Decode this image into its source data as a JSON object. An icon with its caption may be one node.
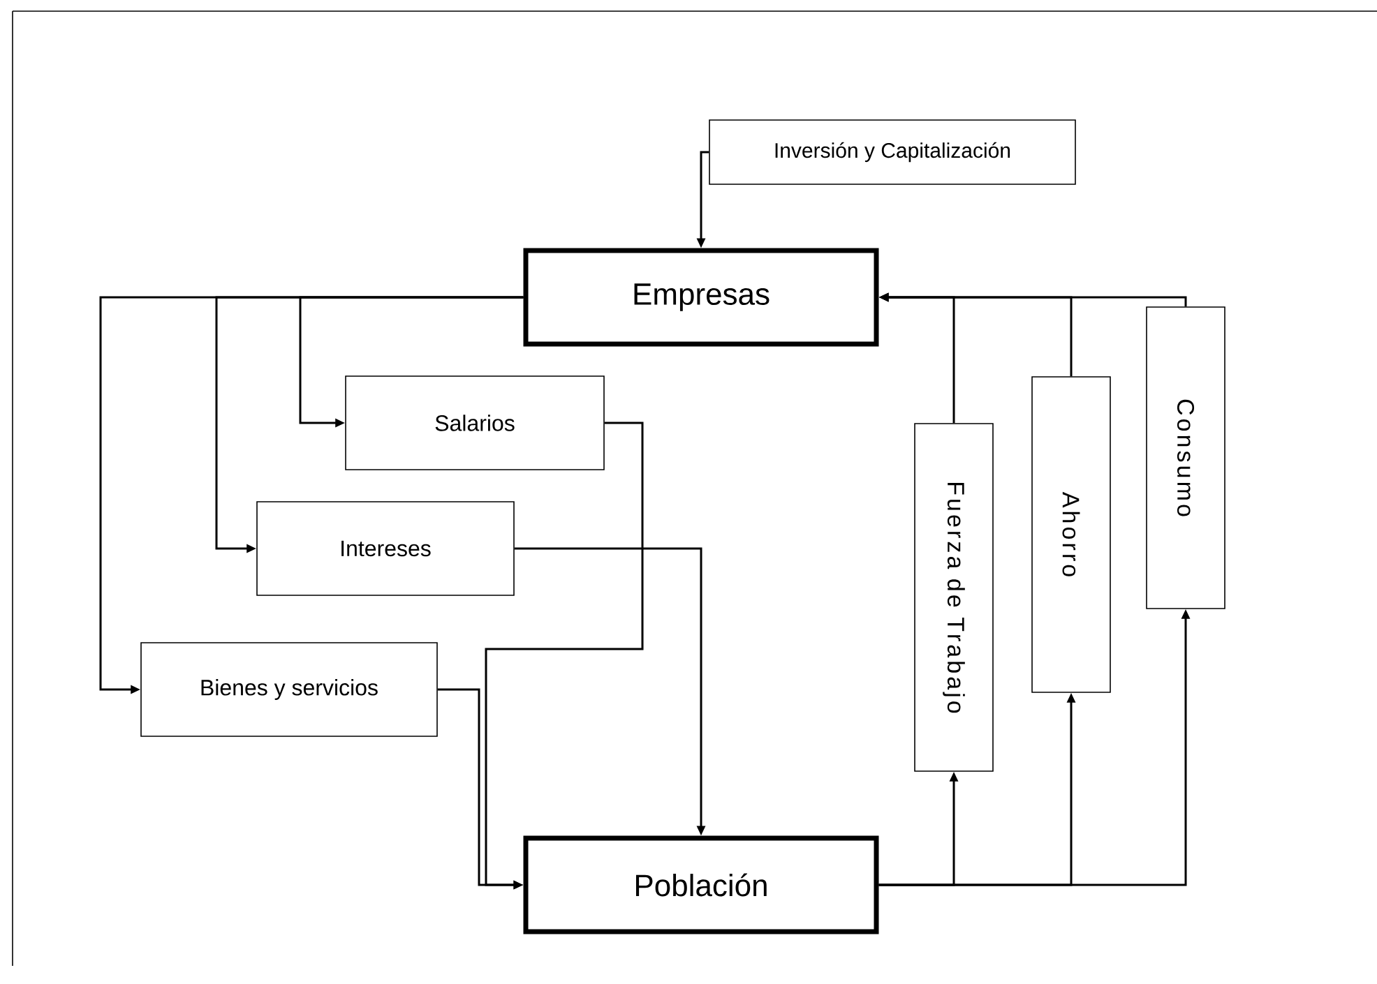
{
  "diagram": {
    "nodes": [
      {
        "text": [
          "Inversión y Capitalización"
        ]
      },
      {
        "text": [
          "Empresas"
        ]
      },
      {
        "text": [
          "Salarios"
        ]
      },
      {
        "text": [
          "Intereses"
        ]
      },
      {
        "text": [
          "Bienes y servicios"
        ]
      },
      {
        "text": [
          "Población"
        ]
      },
      {
        "text": [
          "Fuerza de Trabajo"
        ]
      },
      {
        "text": [
          "Ahorro"
        ]
      },
      {
        "text": [
          "Consumo"
        ]
      }
    ],
    "edges": [
      {
        "from": 0,
        "to": 1,
        "arrow": "to"
      },
      {
        "from": 1,
        "to": 2,
        "arrow": "to"
      },
      {
        "from": 1,
        "to": 3,
        "arrow": "to"
      },
      {
        "from": 1,
        "to": 4,
        "arrow": "to"
      },
      {
        "from": 2,
        "to": 5,
        "arrow": "to"
      },
      {
        "from": 3,
        "to": 5,
        "arrow": "to"
      },
      {
        "from": 4,
        "to": 5,
        "arrow": "to"
      },
      {
        "from": 5,
        "to": 6,
        "arrow": "to"
      },
      {
        "from": 5,
        "to": 7,
        "arrow": "to"
      },
      {
        "from": 5,
        "to": 8,
        "arrow": "to"
      },
      {
        "from": 6,
        "to": 1,
        "arrow": "to"
      },
      {
        "from": 7,
        "to": 1,
        "arrow": "to"
      },
      {
        "from": 8,
        "to": 1,
        "arrow": "to"
      }
    ]
  }
}
